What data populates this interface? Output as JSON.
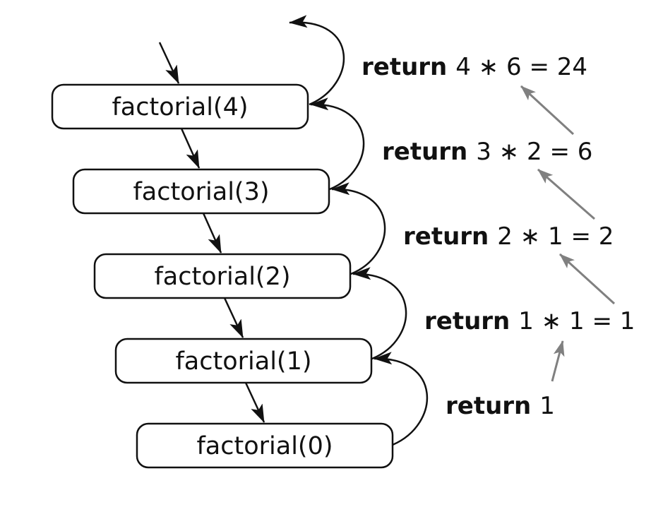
{
  "calls": [
    {
      "label": "factorial(4)"
    },
    {
      "label": "factorial(3)"
    },
    {
      "label": "factorial(2)"
    },
    {
      "label": "factorial(1)"
    },
    {
      "label": "factorial(0)"
    }
  ],
  "returns": [
    {
      "keyword": "return",
      "expr": "4 ∗ 6 = 24"
    },
    {
      "keyword": "return",
      "expr": "3 ∗ 2 = 6"
    },
    {
      "keyword": "return",
      "expr": "2 ∗ 1 = 2"
    },
    {
      "keyword": "return",
      "expr": "1 ∗ 1 = 1"
    },
    {
      "keyword": "return",
      "expr": "1"
    }
  ],
  "colors": {
    "stroke": "#111111",
    "return_arrow": "#808080",
    "box_fill": "#ffffff",
    "background": "#ffffff"
  }
}
